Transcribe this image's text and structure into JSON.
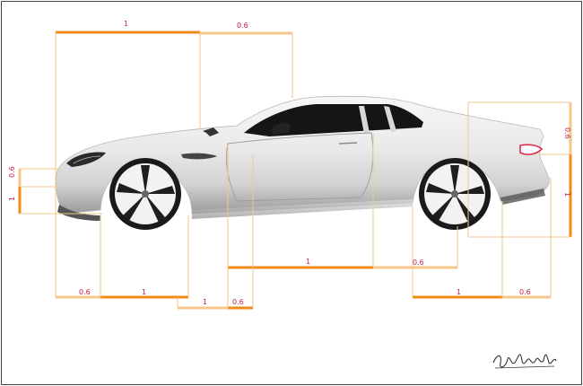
{
  "diagram": {
    "labels": {
      "top_left": "1",
      "top_right": "0.6",
      "left_upper": "0.6",
      "left_lower": "1",
      "right_upper": "0.6",
      "right_lower": "1",
      "mid_one": "1",
      "mid_point_six": "0.6",
      "front_point_six": "0.6",
      "front_one": "1",
      "front_low_one": "1",
      "front_low_point_six": "0.6",
      "rear_one": "1",
      "rear_point_six": "0.6"
    },
    "signature": "signature"
  },
  "colors": {
    "guide_dark": "#f08a18",
    "guide_light": "#f6c68a",
    "label": "#c02040",
    "car_body": "#eeeeee",
    "glass": "#1a1a1a"
  }
}
